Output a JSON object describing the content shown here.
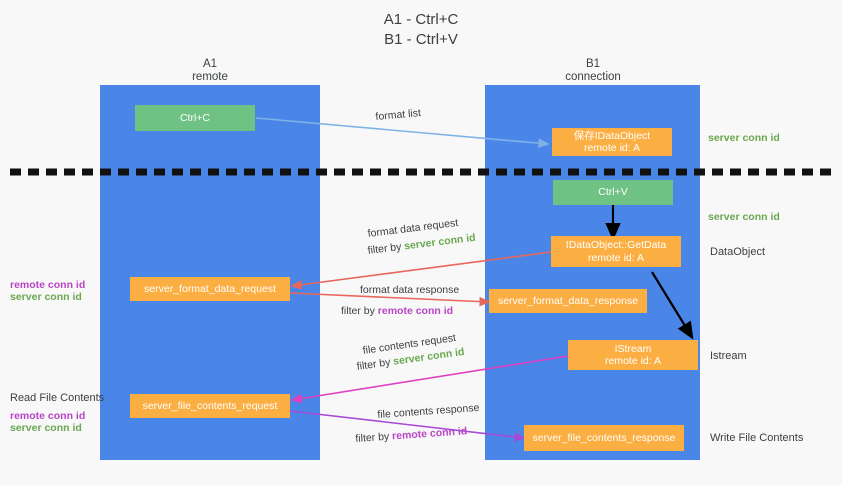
{
  "title": {
    "line1": "A1 - Ctrl+C",
    "line2": "B1 - Ctrl+V"
  },
  "columns": {
    "left": {
      "name": "A1",
      "role": "remote"
    },
    "right": {
      "name": "B1",
      "role": "connection"
    }
  },
  "nodes": {
    "ctrl_c": "Ctrl+C",
    "save_idataobject": "保存IDataObject\nremote id: A",
    "ctrl_v": "Ctrl+V",
    "getdata": "IDataObject::GetData\nremote id: A",
    "istream": "IStream\nremote id: A",
    "server_format_data_request": "server_format_data_request",
    "server_format_data_response": "server_format_data_response",
    "server_file_contents_request": "server_file_contents_request",
    "server_file_contents_response": "server_file_contents_response"
  },
  "edges": {
    "format_list": "format list",
    "format_data_request": "format data request",
    "format_data_request_filter_prefix": "filter by ",
    "format_data_request_filter_key": "server conn id",
    "format_data_response": "format data response",
    "format_data_response_filter_prefix": "filter by ",
    "format_data_response_filter_key": "remote conn id",
    "file_contents_request": "file contents request",
    "file_contents_request_filter_prefix": "filter by ",
    "file_contents_request_filter_key": "server conn id",
    "file_contents_response": "file contents response",
    "file_contents_response_filter_prefix": "filter by ",
    "file_contents_response_filter_key": "remote conn id"
  },
  "right_labels": {
    "server_conn_id_top": "server conn id",
    "server_conn_id_mid": "server conn id",
    "dataobject": "DataObject",
    "istream": "Istream",
    "write_file_contents": "Write File Contents"
  },
  "left_labels": {
    "remote_conn_id_1": "remote conn id",
    "server_conn_id_1": "server conn id",
    "read_file_contents": "Read File Contents",
    "remote_conn_id_2": "remote conn id",
    "server_conn_id_2": "server conn id"
  },
  "colors": {
    "lane_blue": "#4a86e8",
    "node_green": "#6fc284",
    "node_orange": "#fbae42",
    "conn_green_text": "#6aa84f",
    "conn_purple_text": "#b845c6",
    "arrow_light_blue": "#7fb3e8",
    "arrow_red": "#e8675c",
    "arrow_magenta": "#e040c0",
    "arrow_purple": "#a64bd6",
    "arrow_black": "#000000",
    "divider_black": "#111111",
    "background": "#f8f8f8"
  }
}
